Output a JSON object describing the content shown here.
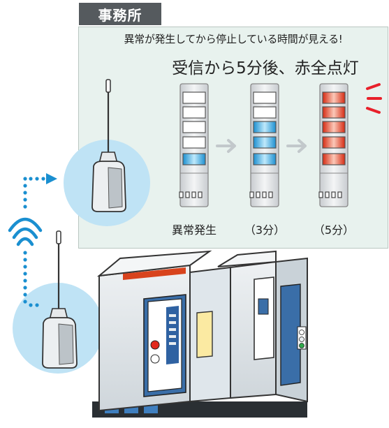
{
  "office_label": "事務所",
  "headline": "異常が発生してから停止している時間が見える!",
  "subheadline": "受信から5分後、赤全点灯",
  "stages": [
    {
      "label": "異常発生",
      "lit_segments": 1,
      "color": "blue"
    },
    {
      "label": "（3分）",
      "lit_segments": 3,
      "color": "blue"
    },
    {
      "label": "（5分）",
      "lit_segments": 5,
      "color": "red"
    }
  ],
  "colors": {
    "panel_bg": "#e8f2ee",
    "tag_bg": "#555a5e",
    "lamp_blue": "#21a9e1",
    "lamp_red": "#e5391e",
    "signal_blue": "#1a8fd0",
    "circle_bg": "#bfe3f5"
  }
}
